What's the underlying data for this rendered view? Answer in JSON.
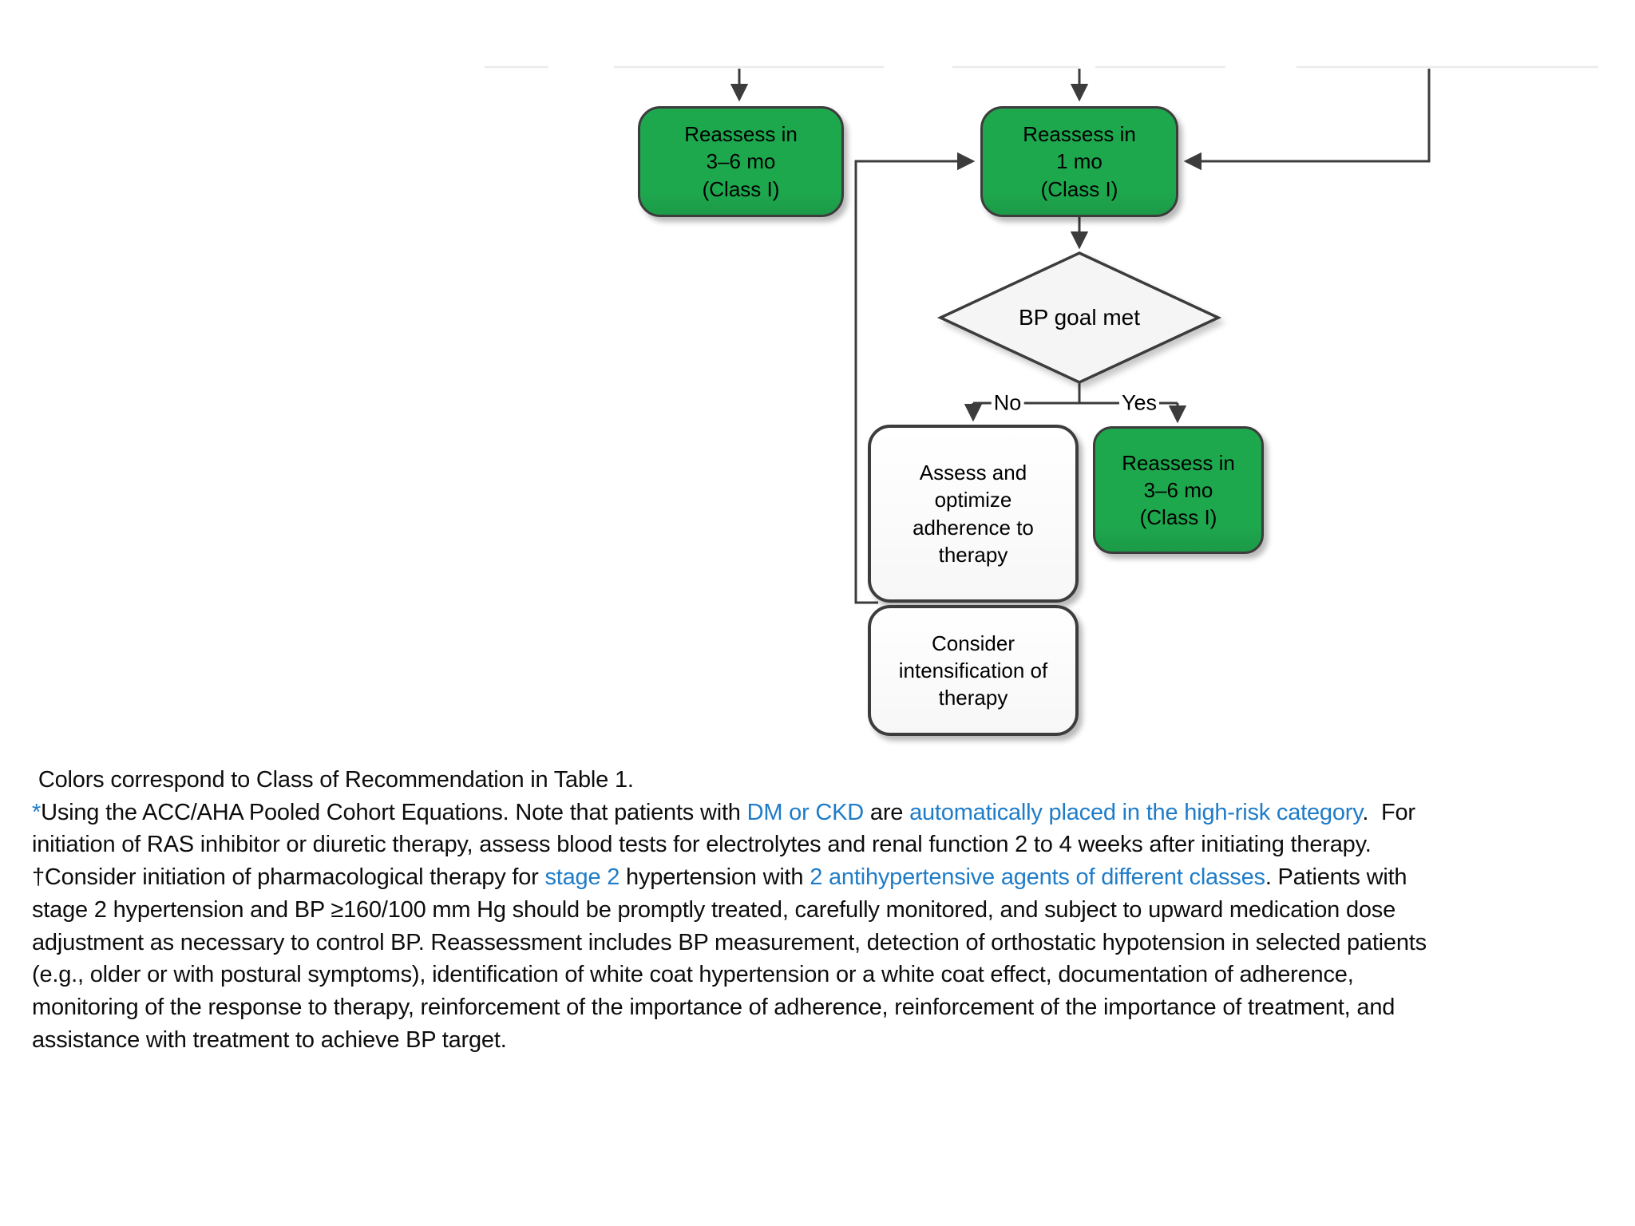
{
  "colors": {
    "green": "#1ea84e",
    "node_border": "#3c3c3c",
    "line": "#3c3c3c",
    "blue_text": "#1e7cc8",
    "faint_line": "#ebebeb",
    "diamond_fill": "#f5f5f6",
    "text": "#0d0d0d"
  },
  "flowchart": {
    "nodes": [
      {
        "id": "reassess-3-6-top",
        "type": "green",
        "label": "Reassess in\n3–6 mo\n(Class I)"
      },
      {
        "id": "reassess-1-mo",
        "type": "green",
        "label": "Reassess in\n1 mo\n(Class I)"
      },
      {
        "id": "bp-goal-met",
        "type": "decision",
        "label": "BP goal met"
      },
      {
        "id": "assess-adherence",
        "type": "white",
        "label": "Assess and\noptimize\nadherence to\ntherapy"
      },
      {
        "id": "reassess-3-6-bottom",
        "type": "green",
        "label": "Reassess in\n3–6 mo\n(Class I)"
      },
      {
        "id": "consider-intensification",
        "type": "white",
        "label": "Consider\nintensification of\ntherapy"
      }
    ],
    "edge_labels": {
      "no": "No",
      "yes": "Yes"
    }
  },
  "footnote": {
    "lines": [
      [
        {
          "t": " Colors correspond to Class of Recommendation in Table 1.",
          "c": "k"
        }
      ],
      [
        {
          "t": "*",
          "c": "b"
        },
        {
          "t": "Using the ACC/AHA Pooled Cohort Equations. Note that patients with ",
          "c": "k"
        },
        {
          "t": "DM or CKD",
          "c": "b"
        },
        {
          "t": " are ",
          "c": "k"
        },
        {
          "t": "automatically placed in the high-risk category",
          "c": "b"
        },
        {
          "t": ".  For",
          "c": "k"
        }
      ],
      [
        {
          "t": "initiation of RAS inhibitor or diuretic therapy, assess blood tests for electrolytes and renal function 2 to 4 weeks after initiating therapy.",
          "c": "k"
        }
      ],
      [
        {
          "t": "†Consider initiation of pharmacological therapy for ",
          "c": "k"
        },
        {
          "t": "stage 2",
          "c": "b"
        },
        {
          "t": " hypertension with ",
          "c": "k"
        },
        {
          "t": "2 antihypertensive agents of different classes",
          "c": "b"
        },
        {
          "t": ". Patients with",
          "c": "k"
        }
      ],
      [
        {
          "t": "stage 2 hypertension and BP ≥160/100 mm Hg should be promptly treated, carefully monitored, and subject to upward medication dose",
          "c": "k"
        }
      ],
      [
        {
          "t": "adjustment as necessary to control BP. Reassessment includes BP measurement, detection of orthostatic hypotension in selected patients",
          "c": "k"
        }
      ],
      [
        {
          "t": "(e.g., older or with postural symptoms), identification of white coat hypertension or a white coat effect, documentation of adherence,",
          "c": "k"
        }
      ],
      [
        {
          "t": "monitoring of the response to therapy, reinforcement of the importance of adherence, reinforcement of the importance of treatment, and",
          "c": "k"
        }
      ],
      [
        {
          "t": "assistance with treatment to achieve BP target.",
          "c": "k"
        }
      ]
    ]
  }
}
